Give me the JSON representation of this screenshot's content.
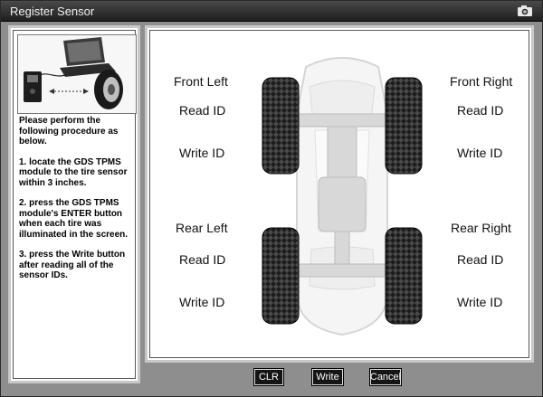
{
  "window": {
    "title": "Register Sensor"
  },
  "icons": {
    "camera": "camera-icon"
  },
  "instructions": {
    "intro": "Please perform the following procedure as below.",
    "step1": "1. locate the GDS TPMS module to the tire sensor within 3 inches.",
    "step2": "2. press the GDS TPMS module's ENTER button when each tire was illuminated in the screen.",
    "step3": "3. press the Write button after reading all of the sensor IDs."
  },
  "tires": {
    "front_left": {
      "position": "Front Left",
      "read": "Read ID",
      "write": "Write ID"
    },
    "front_right": {
      "position": "Front Right",
      "read": "Read ID",
      "write": "Write ID"
    },
    "rear_left": {
      "position": "Rear Left",
      "read": "Read ID",
      "write": "Write ID"
    },
    "rear_right": {
      "position": "Rear Right",
      "read": "Read ID",
      "write": "Write ID"
    }
  },
  "buttons": {
    "clr": "CLR",
    "write": "Write",
    "cancel": "Cancel"
  }
}
